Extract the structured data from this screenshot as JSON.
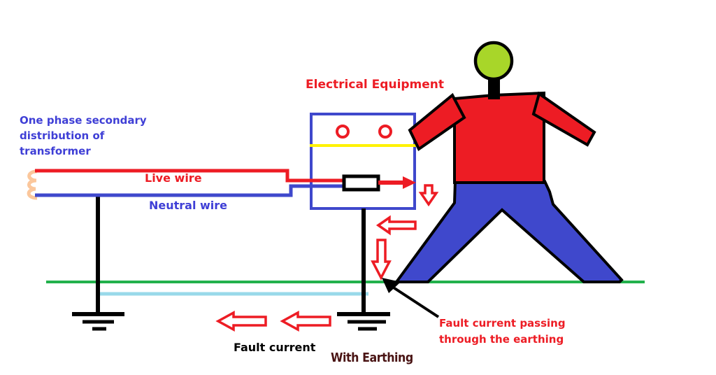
{
  "labels": {
    "transformer_lines": [
      "One phase secondary",
      "distribution of",
      "transformer"
    ],
    "equipment": "Electrical Equipment",
    "live_wire": "Live wire",
    "neutral_wire": "Neutral wire",
    "fault_current": "Fault current",
    "with_earthing": "With Earthing",
    "fault_path_lines": [
      "Fault current passing",
      "through the earthing"
    ]
  },
  "colors": {
    "red": "#ed1c24",
    "wire_blue": "#3f48cc",
    "text_blue": "#3f3fd6",
    "ground_green": "#22b14c",
    "cyan": "#99d9ea",
    "yellow": "#fff200",
    "head_green": "#a8d629",
    "coil_orange": "#fbc79c",
    "maroon": "#4a1414",
    "black": "#000000",
    "white": "#ffffff"
  }
}
